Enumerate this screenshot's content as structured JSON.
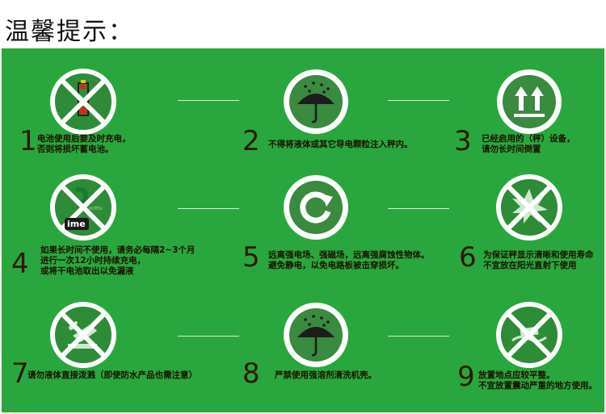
{
  "heading": "温馨提示：",
  "colors": {
    "panel": "#2aa63e",
    "icon_circle": "#2e8b38",
    "text": "#1a1100"
  },
  "tips": [
    {
      "number": "1",
      "lines": [
        "电池使用后要及时充电，",
        "否则将损坏蓄电池。"
      ],
      "icon": "battery-prohibited-icon"
    },
    {
      "number": "2",
      "lines": [
        "不得将液体或其它导电颗粒注入秤内。"
      ],
      "icon": "umbrella-rain-icon"
    },
    {
      "number": "3",
      "lines": [
        "已经启用的（秤）设备，",
        "请勿长时间倒置"
      ],
      "icon": "this-side-up-icon"
    },
    {
      "number": "4",
      "lines": [
        "如果长时间不使用，请务必每隔2~3个月",
        "进行一次12小时持续充电，",
        "或将干电池取出以免漏液"
      ],
      "icon": "time-prohibited-icon",
      "badge": "ime"
    },
    {
      "number": "5",
      "lines": [
        "远离强电场、强磁场，远离强腐蚀性物体。",
        "避免静电，以免电路板被击穿损坏。"
      ],
      "icon": "refresh-arrow-icon"
    },
    {
      "number": "6",
      "lines": [
        "为保证秤显示清晰和使用寿命",
        "不宜放在阳光直射下使用"
      ],
      "icon": "sunlight-prohibited-icon"
    },
    {
      "number": "7",
      "lines": [
        "请勿液体直接泼溅（即使防水产品也需注意）"
      ],
      "icon": "splash-prohibited-icon"
    },
    {
      "number": "8",
      "lines": [
        "严禁使用强溶剂清洗机壳。"
      ],
      "icon": "umbrella-rain-icon"
    },
    {
      "number": "9",
      "lines": [
        "放置地点应较平整。",
        "不宜放置震动严重的地方使用。"
      ],
      "icon": "uneven-surface-prohibited-icon"
    }
  ]
}
